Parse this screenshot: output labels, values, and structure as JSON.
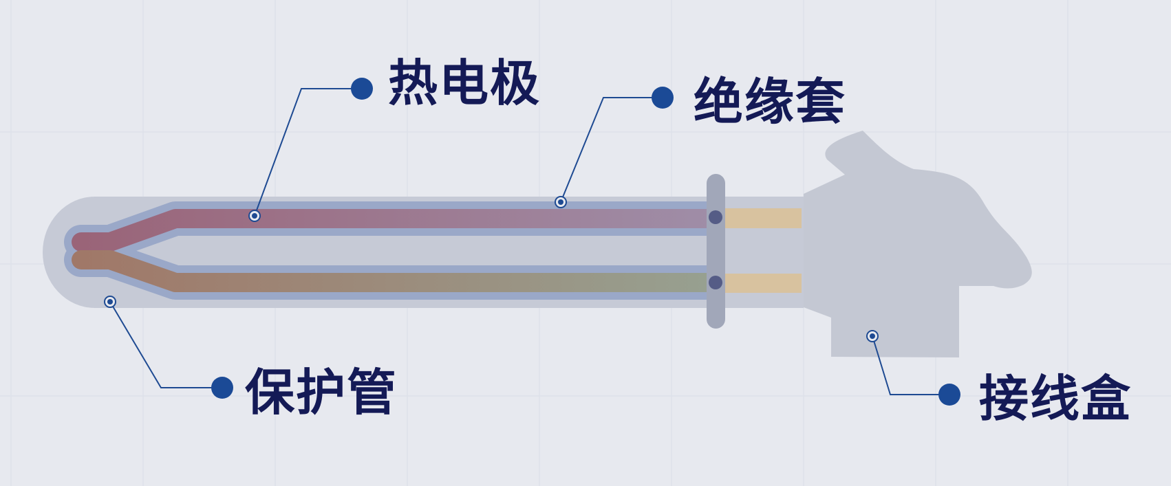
{
  "labels": {
    "electrode": "热电极",
    "insulation": "绝缘套",
    "protective_tube": "保护管",
    "junction_box": "接线盒"
  },
  "colors": {
    "background": "#e7e9ef",
    "grid": "#dde1ea",
    "tube": "#c6cad6",
    "junction_box": "#c4c8d3",
    "insulation": "#9aa8c8",
    "wire_top": "#9b7184",
    "wire_bottom": "#a08876",
    "terminal_strip": "#d8c29f",
    "flange": "#a1a7b9",
    "terminal_dot": "#555c86",
    "callout_line": "#1e4a92",
    "callout_dot": "#1b4a96",
    "label_text": "#141a56"
  }
}
